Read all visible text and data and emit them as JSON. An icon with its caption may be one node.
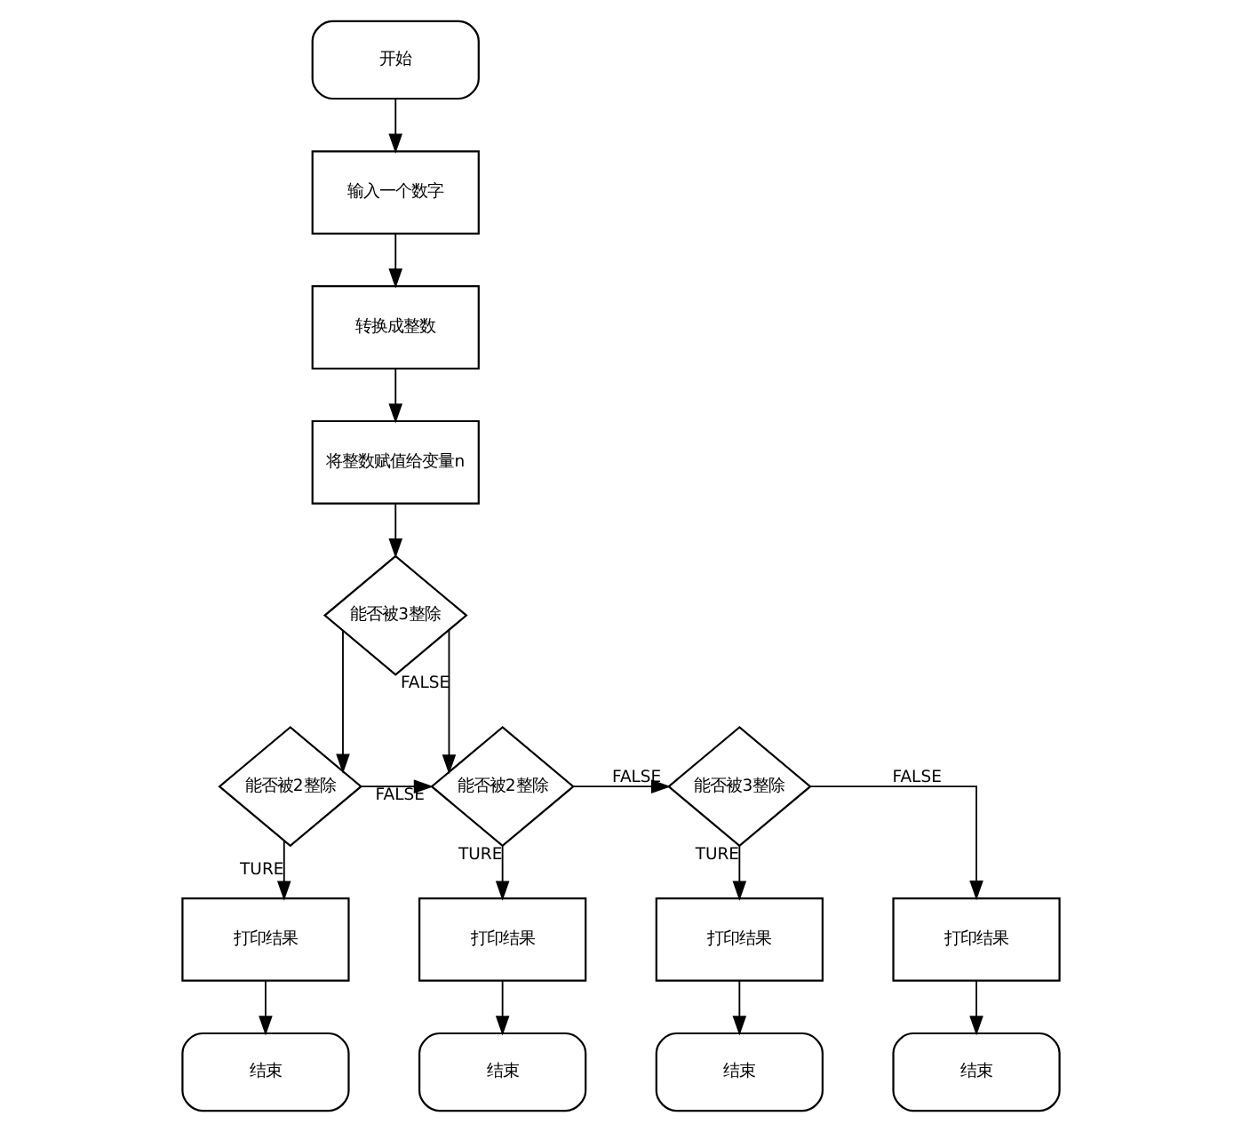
{
  "diagram": {
    "nodes": [
      {
        "text": [
          "开始"
        ]
      },
      {
        "text": [
          "输入一个数字"
        ]
      },
      {
        "text": [
          "转换成整数"
        ]
      },
      {
        "text": [
          "将整数赋值给变量n"
        ]
      },
      {
        "text": [
          "能否被3整除"
        ]
      },
      {
        "text": [
          "能否被2整除"
        ]
      },
      {
        "text": [
          "能否被2整除"
        ]
      },
      {
        "text": [
          "能否被3整除"
        ]
      },
      {
        "text": [
          "打印结果"
        ]
      },
      {
        "text": [
          "打印结果"
        ]
      },
      {
        "text": [
          "打印结果"
        ]
      },
      {
        "text": [
          "打印结果"
        ]
      },
      {
        "text": [
          "结束"
        ]
      },
      {
        "text": [
          "结束"
        ]
      },
      {
        "text": [
          "结束"
        ]
      },
      {
        "text": [
          "结束"
        ]
      }
    ],
    "edges": [
      {
        "from": 0,
        "to": 1,
        "arrow": "to"
      },
      {
        "from": 1,
        "to": 2,
        "arrow": "to"
      },
      {
        "from": 2,
        "to": 3,
        "arrow": "to"
      },
      {
        "from": 3,
        "to": 4,
        "arrow": "to"
      },
      {
        "from": 4,
        "to": 5,
        "arrow": "to"
      },
      {
        "from": 4,
        "to": 6,
        "arrow": "to",
        "label": "FALSE"
      },
      {
        "from": 5,
        "to": 6,
        "arrow": "to",
        "label": "FALSE"
      },
      {
        "from": 5,
        "to": 8,
        "arrow": "to",
        "label": "TURE"
      },
      {
        "from": 6,
        "to": 9,
        "arrow": "to",
        "label": "TURE"
      },
      {
        "from": 6,
        "to": 7,
        "arrow": "to",
        "label": "FALSE"
      },
      {
        "from": 7,
        "to": 10,
        "arrow": "to",
        "label": "TURE"
      },
      {
        "from": 7,
        "to": 11,
        "arrow": "to",
        "label": "FALSE"
      },
      {
        "from": 8,
        "to": 12,
        "arrow": "to"
      },
      {
        "from": 9,
        "to": 13,
        "arrow": "to"
      },
      {
        "from": 10,
        "to": 14,
        "arrow": "to"
      },
      {
        "from": 11,
        "to": 15,
        "arrow": "to"
      }
    ]
  }
}
